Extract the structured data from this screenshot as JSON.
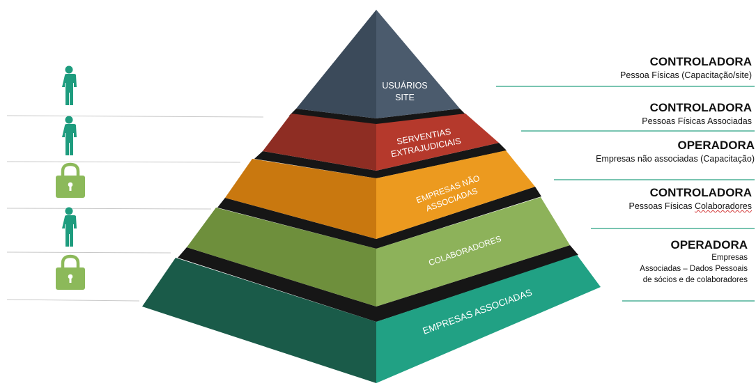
{
  "pyramid": {
    "layers": [
      {
        "line1": "USUÁRIOS",
        "line2": "SITE"
      },
      {
        "line1": "SERVENTIAS",
        "line2": "EXTRAJUDICIAIS"
      },
      {
        "line1": "EMPRESAS NÃO",
        "line2": "ASSOCIADAS"
      },
      {
        "line1": "COLABORADORES"
      },
      {
        "line1": "EMPRESAS ASSOCIADAS"
      }
    ]
  },
  "right_labels": [
    {
      "title": "CONTROLADORA",
      "subtitle": "Pessoa Físicas (Capacitação/site)"
    },
    {
      "title": "CONTROLADORA",
      "subtitle": "Pessoas Físicas Associadas"
    },
    {
      "title": "OPERADORA",
      "subtitle": "Empresas não associadas (Capacitação)"
    },
    {
      "title": "CONTROLADORA",
      "subtitle_a": "Pessoas Físicas ",
      "subtitle_b": "Colaboradores"
    },
    {
      "title": "OPERADORA",
      "sub_line1": "Empresas",
      "sub_line2": "Associadas – Dados Pessoais",
      "sub_line3": "de sócios e de colaboradores"
    }
  ],
  "left_icons": [
    "person-icon",
    "person-icon",
    "lock-icon",
    "person-icon",
    "lock-icon"
  ],
  "colors": {
    "usuarios_left": "#3b4a5a",
    "usuarios_right": "#4a5a6c",
    "serventias_left": "#8e2d23",
    "serventias_right": "#b5392c",
    "empresas_nao_left": "#c9780f",
    "empresas_nao_right": "#ec9a1f",
    "colaboradores_left": "#6e8f3c",
    "colaboradores_right": "#8db25a",
    "associadas_left": "#1a5b49",
    "associadas_right": "#21a184",
    "icon_teal": "#1e9c7e",
    "icon_green": "#8cb95a",
    "line_teal": "#29a082"
  }
}
